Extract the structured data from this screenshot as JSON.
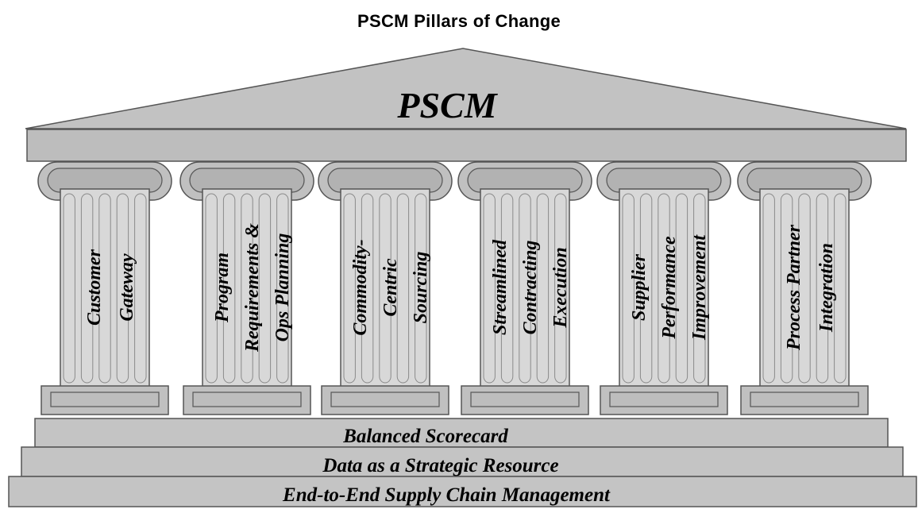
{
  "title": "PSCM Pillars of Change",
  "pediment_label": "PSCM",
  "pillars": [
    {
      "lines": [
        "Customer",
        "Gateway"
      ]
    },
    {
      "lines": [
        "Program",
        "Requirements &",
        "Ops Planning"
      ]
    },
    {
      "lines": [
        "Commodity-",
        "Centric",
        "Sourcing"
      ]
    },
    {
      "lines": [
        "Streamlined",
        "Contracting",
        "Execution"
      ]
    },
    {
      "lines": [
        "Supplier",
        "Performance",
        "Improvement"
      ]
    },
    {
      "lines": [
        "Process Partner",
        "Integration"
      ]
    }
  ],
  "steps": [
    "Balanced Scorecard",
    "Data as a Strategic Resource",
    "End-to-End Supply Chain Management"
  ],
  "colors": {
    "stone": "#bfbfbf",
    "stone_light": "#d6d6d6",
    "stone_dark": "#a9a9a9",
    "outline": "#555555"
  }
}
